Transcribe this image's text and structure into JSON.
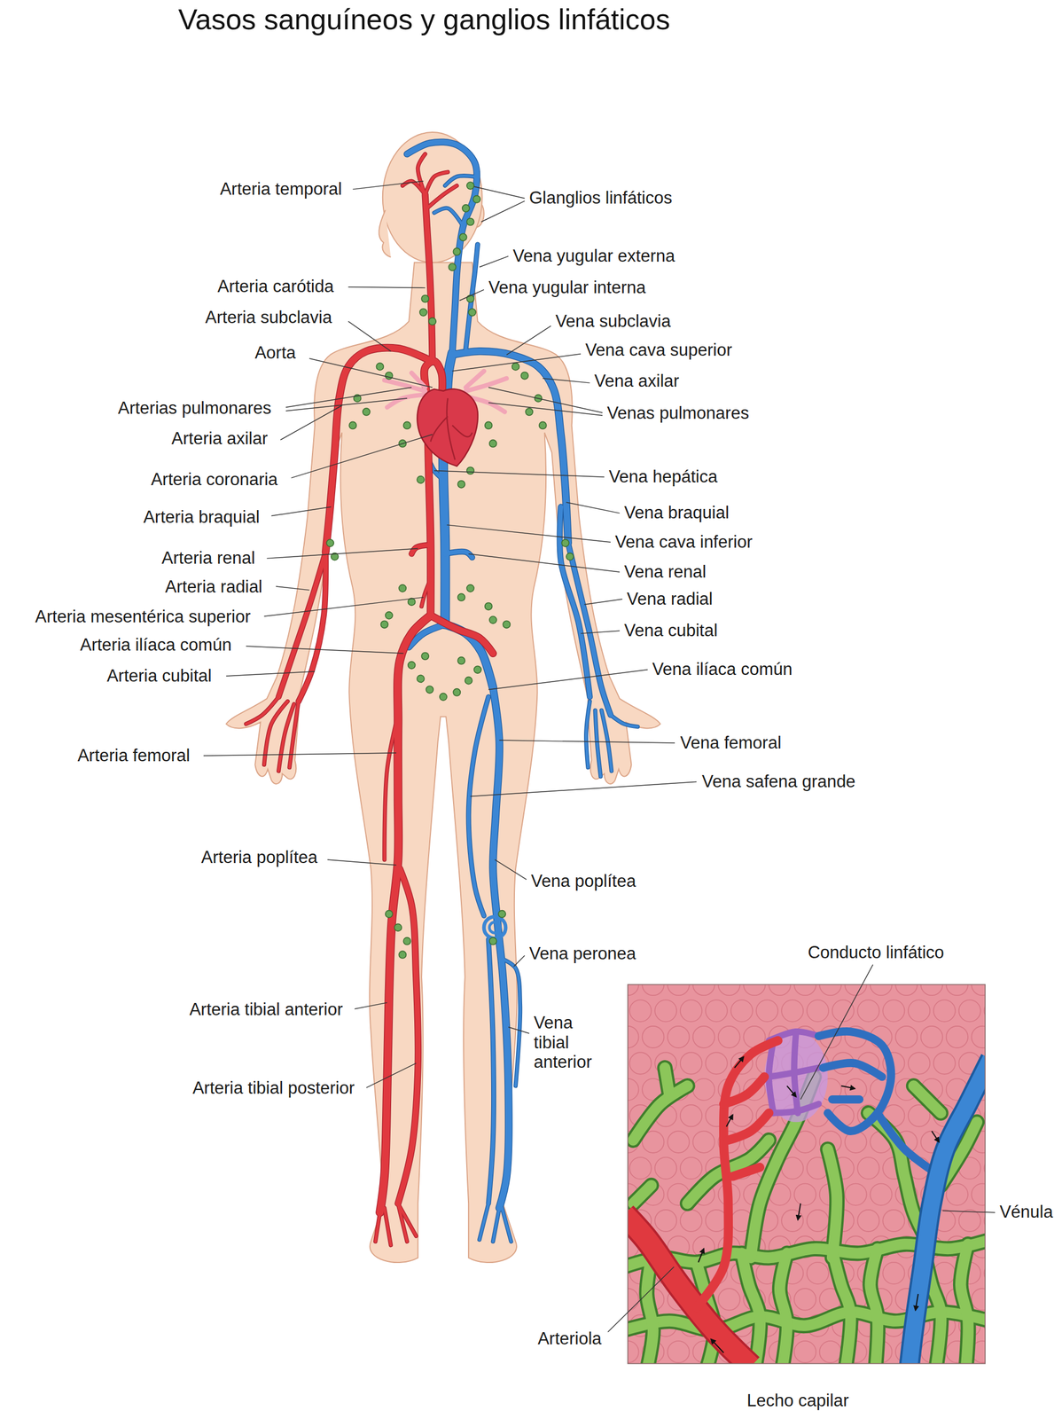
{
  "diagram": {
    "title": "Vasos sanguíneos y ganglios linfáticos",
    "caption": "Lecho capilar",
    "labels": [
      "Arteria temporal",
      "Glanglios linfáticos",
      "Vena yugular externa",
      "Arteria carótida",
      "Vena yugular interna",
      "Arteria subclavia",
      "Vena subclavia",
      "Aorta",
      "Vena cava superior",
      "Vena axilar",
      "Arterias pulmonares",
      "Venas pulmonares",
      "Arteria axilar",
      "Arteria coronaria",
      "Vena hepática",
      "Arteria braquial",
      "Vena braquial",
      "Vena cava inferior",
      "Arteria renal",
      "Vena renal",
      "Arteria radial",
      "Vena radial",
      "Arteria mesentérica superior",
      "Vena cubital",
      "Arteria ilíaca común",
      "Vena ilíaca común",
      "Arteria cubital",
      "Arteria femoral",
      "Vena femoral",
      "Vena safena grande",
      "Arteria poplítea",
      "Vena poplítea",
      "Vena peronea",
      "Arteria tibial anterior",
      "Vena tibial anterior",
      "Arteria tibial posterior",
      "Conducto linfático",
      "Vénula",
      "Arteriola"
    ]
  }
}
